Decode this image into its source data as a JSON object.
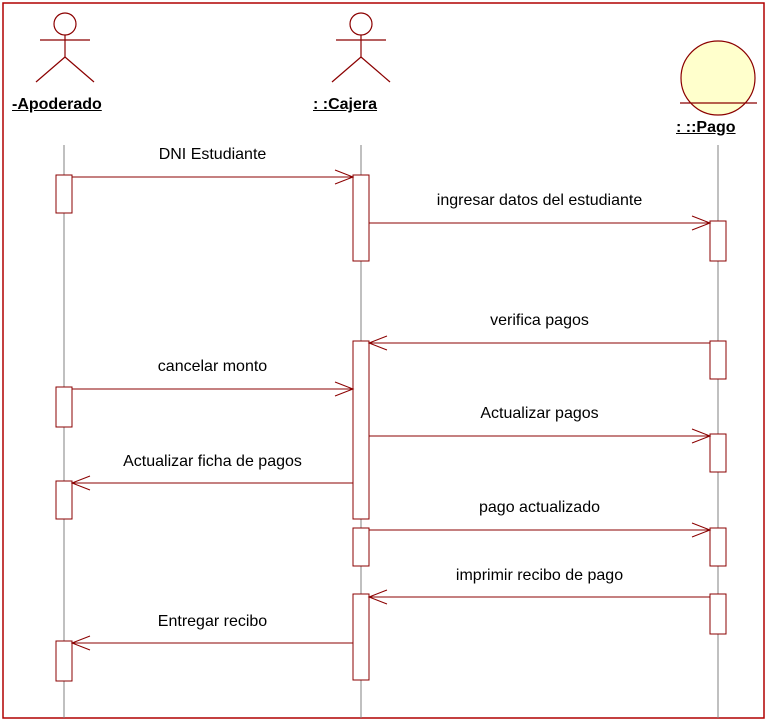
{
  "colors": {
    "frame": "#b00000",
    "line": "#8b0000",
    "activation_fill": "#ffffff",
    "entity_fill": "#ffffcc",
    "lifeline": "#808080"
  },
  "participants": [
    {
      "id": "apoderado",
      "name": "-Apoderado",
      "kind": "actor"
    },
    {
      "id": "cajera",
      "name": ": :Cajera",
      "kind": "actor"
    },
    {
      "id": "pago",
      "name": ": ::Pago",
      "kind": "entity"
    }
  ],
  "messages": [
    {
      "from": "apoderado",
      "to": "cajera",
      "label": "DNI Estudiante"
    },
    {
      "from": "cajera",
      "to": "pago",
      "label": "ingresar datos del estudiante"
    },
    {
      "from": "pago",
      "to": "cajera",
      "label": "verifica pagos"
    },
    {
      "from": "apoderado",
      "to": "cajera",
      "label": "cancelar monto"
    },
    {
      "from": "cajera",
      "to": "pago",
      "label": "Actualizar pagos"
    },
    {
      "from": "cajera",
      "to": "apoderado",
      "label": "Actualizar ficha de pagos"
    },
    {
      "from": "cajera",
      "to": "pago",
      "label": "pago actualizado"
    },
    {
      "from": "pago",
      "to": "cajera",
      "label": "imprimir recibo de pago"
    },
    {
      "from": "cajera",
      "to": "apoderado",
      "label": "Entregar recibo"
    }
  ]
}
